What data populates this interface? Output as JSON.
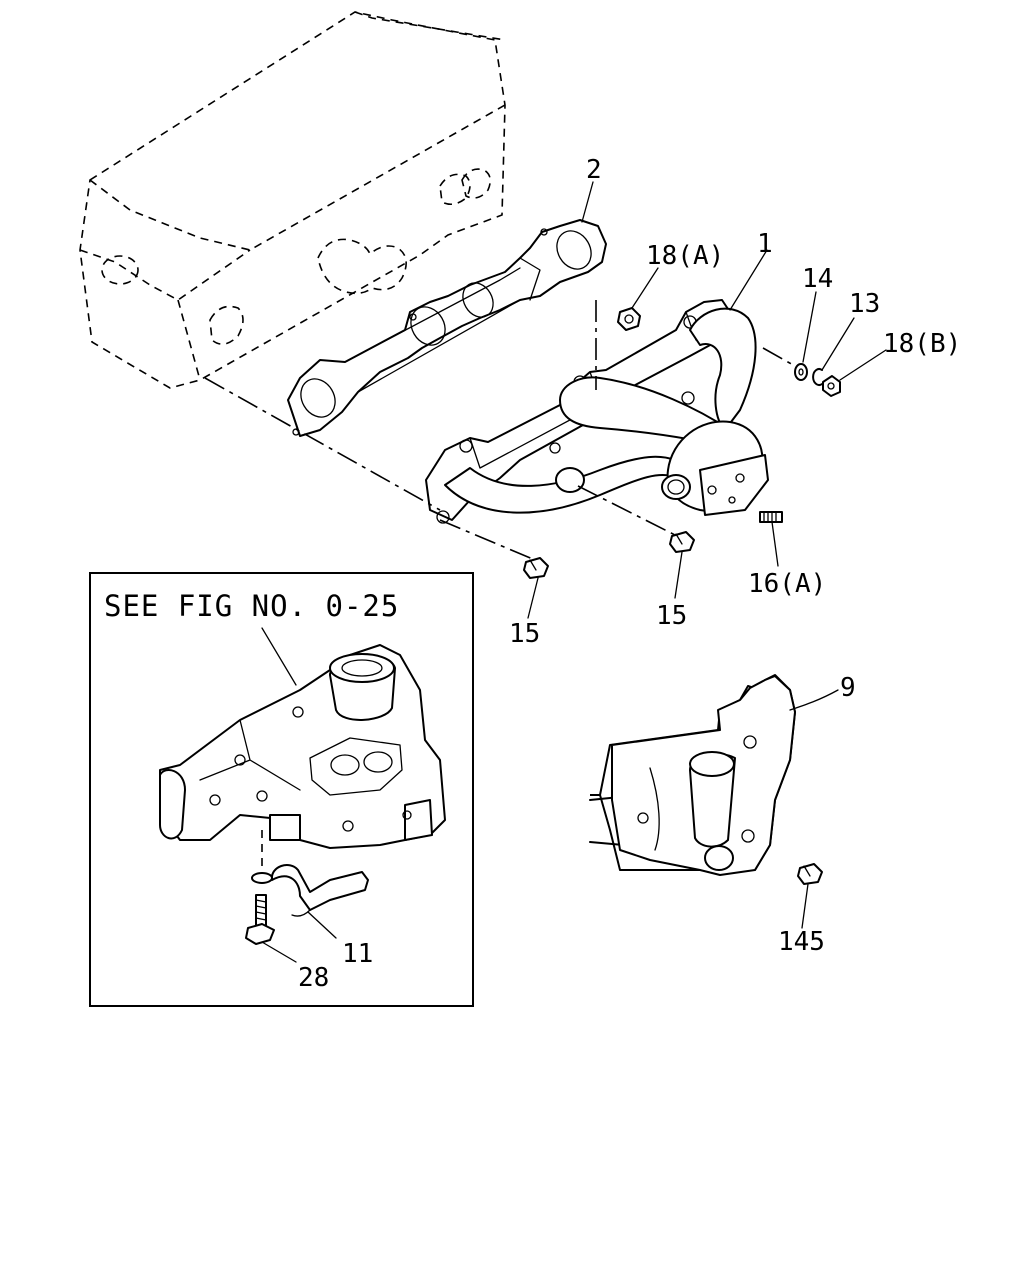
{
  "reference_box": {
    "text": "SEE FIG NO. 0-25"
  },
  "callouts": [
    {
      "id": "c1",
      "label": "1"
    },
    {
      "id": "c2",
      "label": "2"
    },
    {
      "id": "c9",
      "label": "9"
    },
    {
      "id": "c11",
      "label": "11"
    },
    {
      "id": "c13",
      "label": "13"
    },
    {
      "id": "c14",
      "label": "14"
    },
    {
      "id": "c15a",
      "label": "15"
    },
    {
      "id": "c15b",
      "label": "15"
    },
    {
      "id": "c16a",
      "label": "16(A)"
    },
    {
      "id": "c18a",
      "label": "18(A)"
    },
    {
      "id": "c18b",
      "label": "18(B)"
    },
    {
      "id": "c28",
      "label": "28"
    },
    {
      "id": "c145",
      "label": "145"
    }
  ]
}
